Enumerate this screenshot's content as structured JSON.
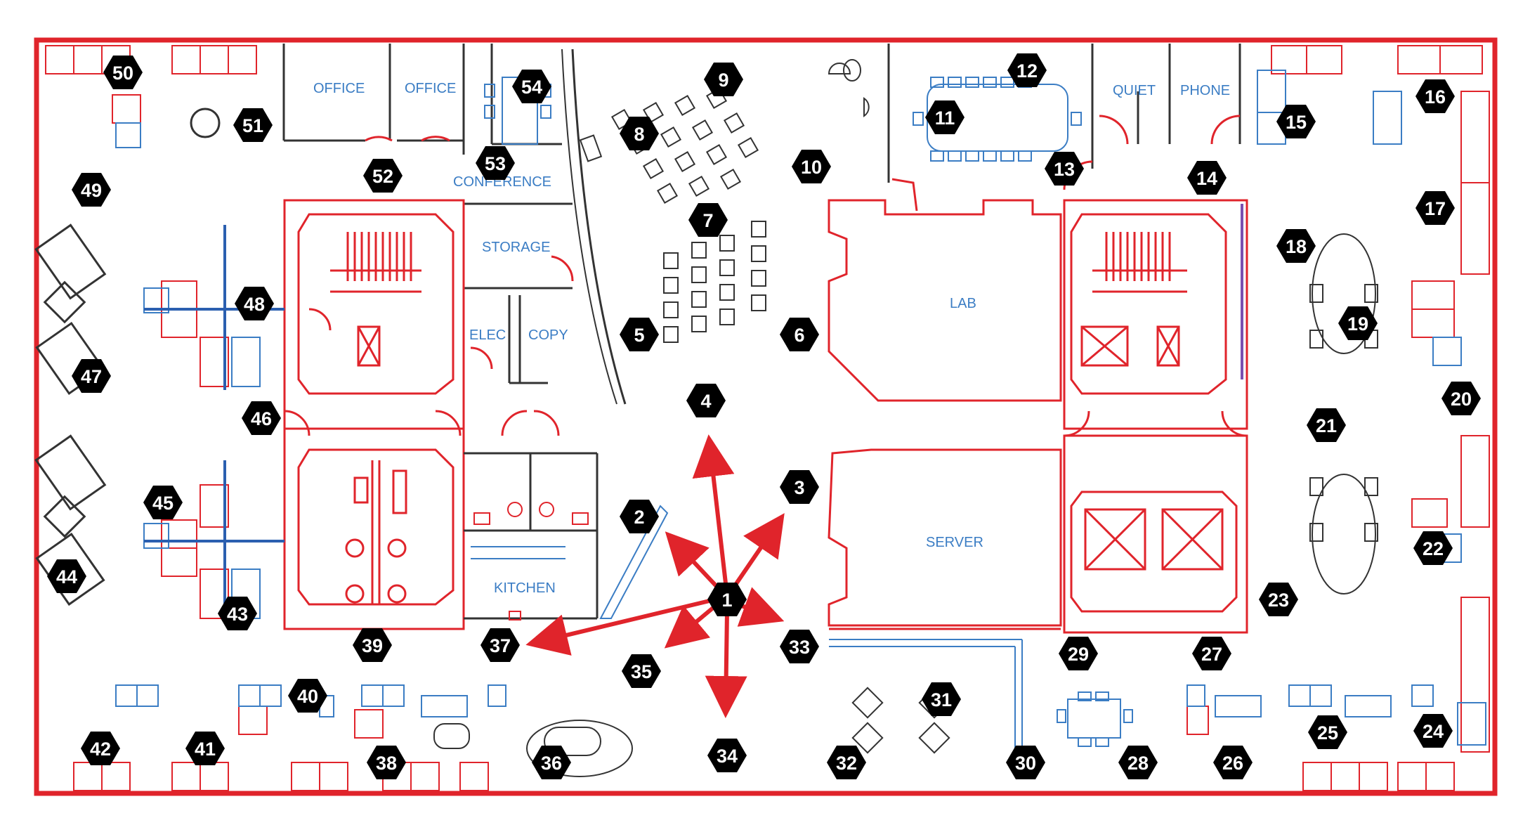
{
  "colors": {
    "frame": "#e0242b",
    "wall_red": "#e0242b",
    "wall_dark": "#333333",
    "furniture_blue": "#3b7dc4",
    "marker_fill": "#000000",
    "marker_text": "#ffffff",
    "arrow": "#e0242b"
  },
  "rooms": {
    "office_1": "OFFICE",
    "office_2": "OFFICE",
    "conference": "CONFERENCE",
    "storage": "STORAGE",
    "elec": "ELEC",
    "copy": "COPY",
    "kitchen": "KITCHEN",
    "lab": "LAB",
    "server": "SERVER",
    "quiet": "QUIET",
    "phone": "PHONE"
  },
  "markers": {
    "m1": "1",
    "m2": "2",
    "m3": "3",
    "m4": "4",
    "m5": "5",
    "m6": "6",
    "m7": "7",
    "m8": "8",
    "m9": "9",
    "m10": "10",
    "m11": "11",
    "m12": "12",
    "m13": "13",
    "m14": "14",
    "m15": "15",
    "m16": "16",
    "m17": "17",
    "m18": "18",
    "m19": "19",
    "m20": "20",
    "m21": "21",
    "m22": "22",
    "m23": "23",
    "m24": "24",
    "m25": "25",
    "m26": "26",
    "m27": "27",
    "m28": "28",
    "m29": "29",
    "m30": "30",
    "m31": "31",
    "m32": "32",
    "m33": "33",
    "m34": "34",
    "m35": "35",
    "m36": "36",
    "m37": "37",
    "m38": "38",
    "m39": "39",
    "m40": "40",
    "m41": "41",
    "m42": "42",
    "m43": "43",
    "m44": "44",
    "m45": "45",
    "m46": "46",
    "m47": "47",
    "m48": "48",
    "m49": "49",
    "m50": "50",
    "m51": "51",
    "m52": "52",
    "m53": "53",
    "m54": "54"
  },
  "arrows_from": "1",
  "arrows_to": [
    "2",
    "3",
    "4",
    "33",
    "34",
    "35",
    "37"
  ]
}
